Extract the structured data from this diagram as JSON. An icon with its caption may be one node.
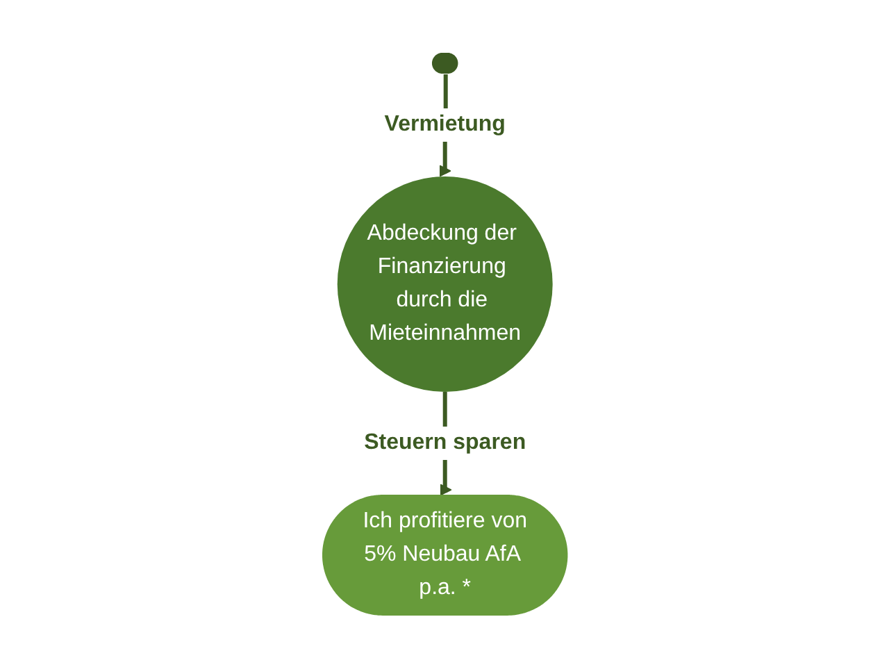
{
  "diagram": {
    "nodes": [
      {
        "text": [],
        "shape": "ellipse"
      },
      {
        "text": [
          "Abdeckung der Finanzierung durch die Mieteinnahmen"
        ]
      },
      {
        "text": [
          "Ich profitiere von",
          "5% Neubau AfA p.a. *"
        ]
      }
    ],
    "edges": [
      {
        "from": 0,
        "to": 1,
        "arrow": "to",
        "label": "Vermietung"
      },
      {
        "from": 1,
        "to": 2,
        "arrow": "to",
        "label": "Steuern sparen"
      }
    ]
  }
}
